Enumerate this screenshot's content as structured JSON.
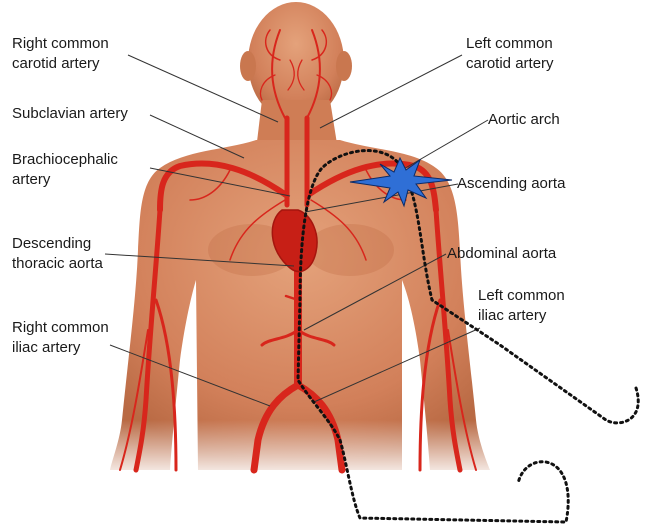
{
  "diagram": {
    "labels": {
      "right_common_carotid": [
        "Right common",
        "carotid artery"
      ],
      "left_common_carotid": [
        "Left common",
        "carotid artery"
      ],
      "subclavian": [
        "Subclavian artery"
      ],
      "aortic_arch": [
        "Aortic arch"
      ],
      "brachiocephalic": [
        "Brachiocephalic",
        "artery"
      ],
      "ascending_aorta": [
        "Ascending aorta"
      ],
      "descending_thoracic": [
        "Descending",
        "thoracic aorta"
      ],
      "abdominal_aorta": [
        "Abdominal aorta"
      ],
      "left_common_iliac": [
        "Left common",
        "iliac artery"
      ],
      "right_common_iliac": [
        "Right common",
        "iliac artery"
      ]
    },
    "colors": {
      "skin": "#d98a5f",
      "skin_shadow": "#b8683f",
      "artery": "#d8261c",
      "catheter": "#111111",
      "star": "#2f6fd6",
      "leader": "#333333"
    }
  }
}
